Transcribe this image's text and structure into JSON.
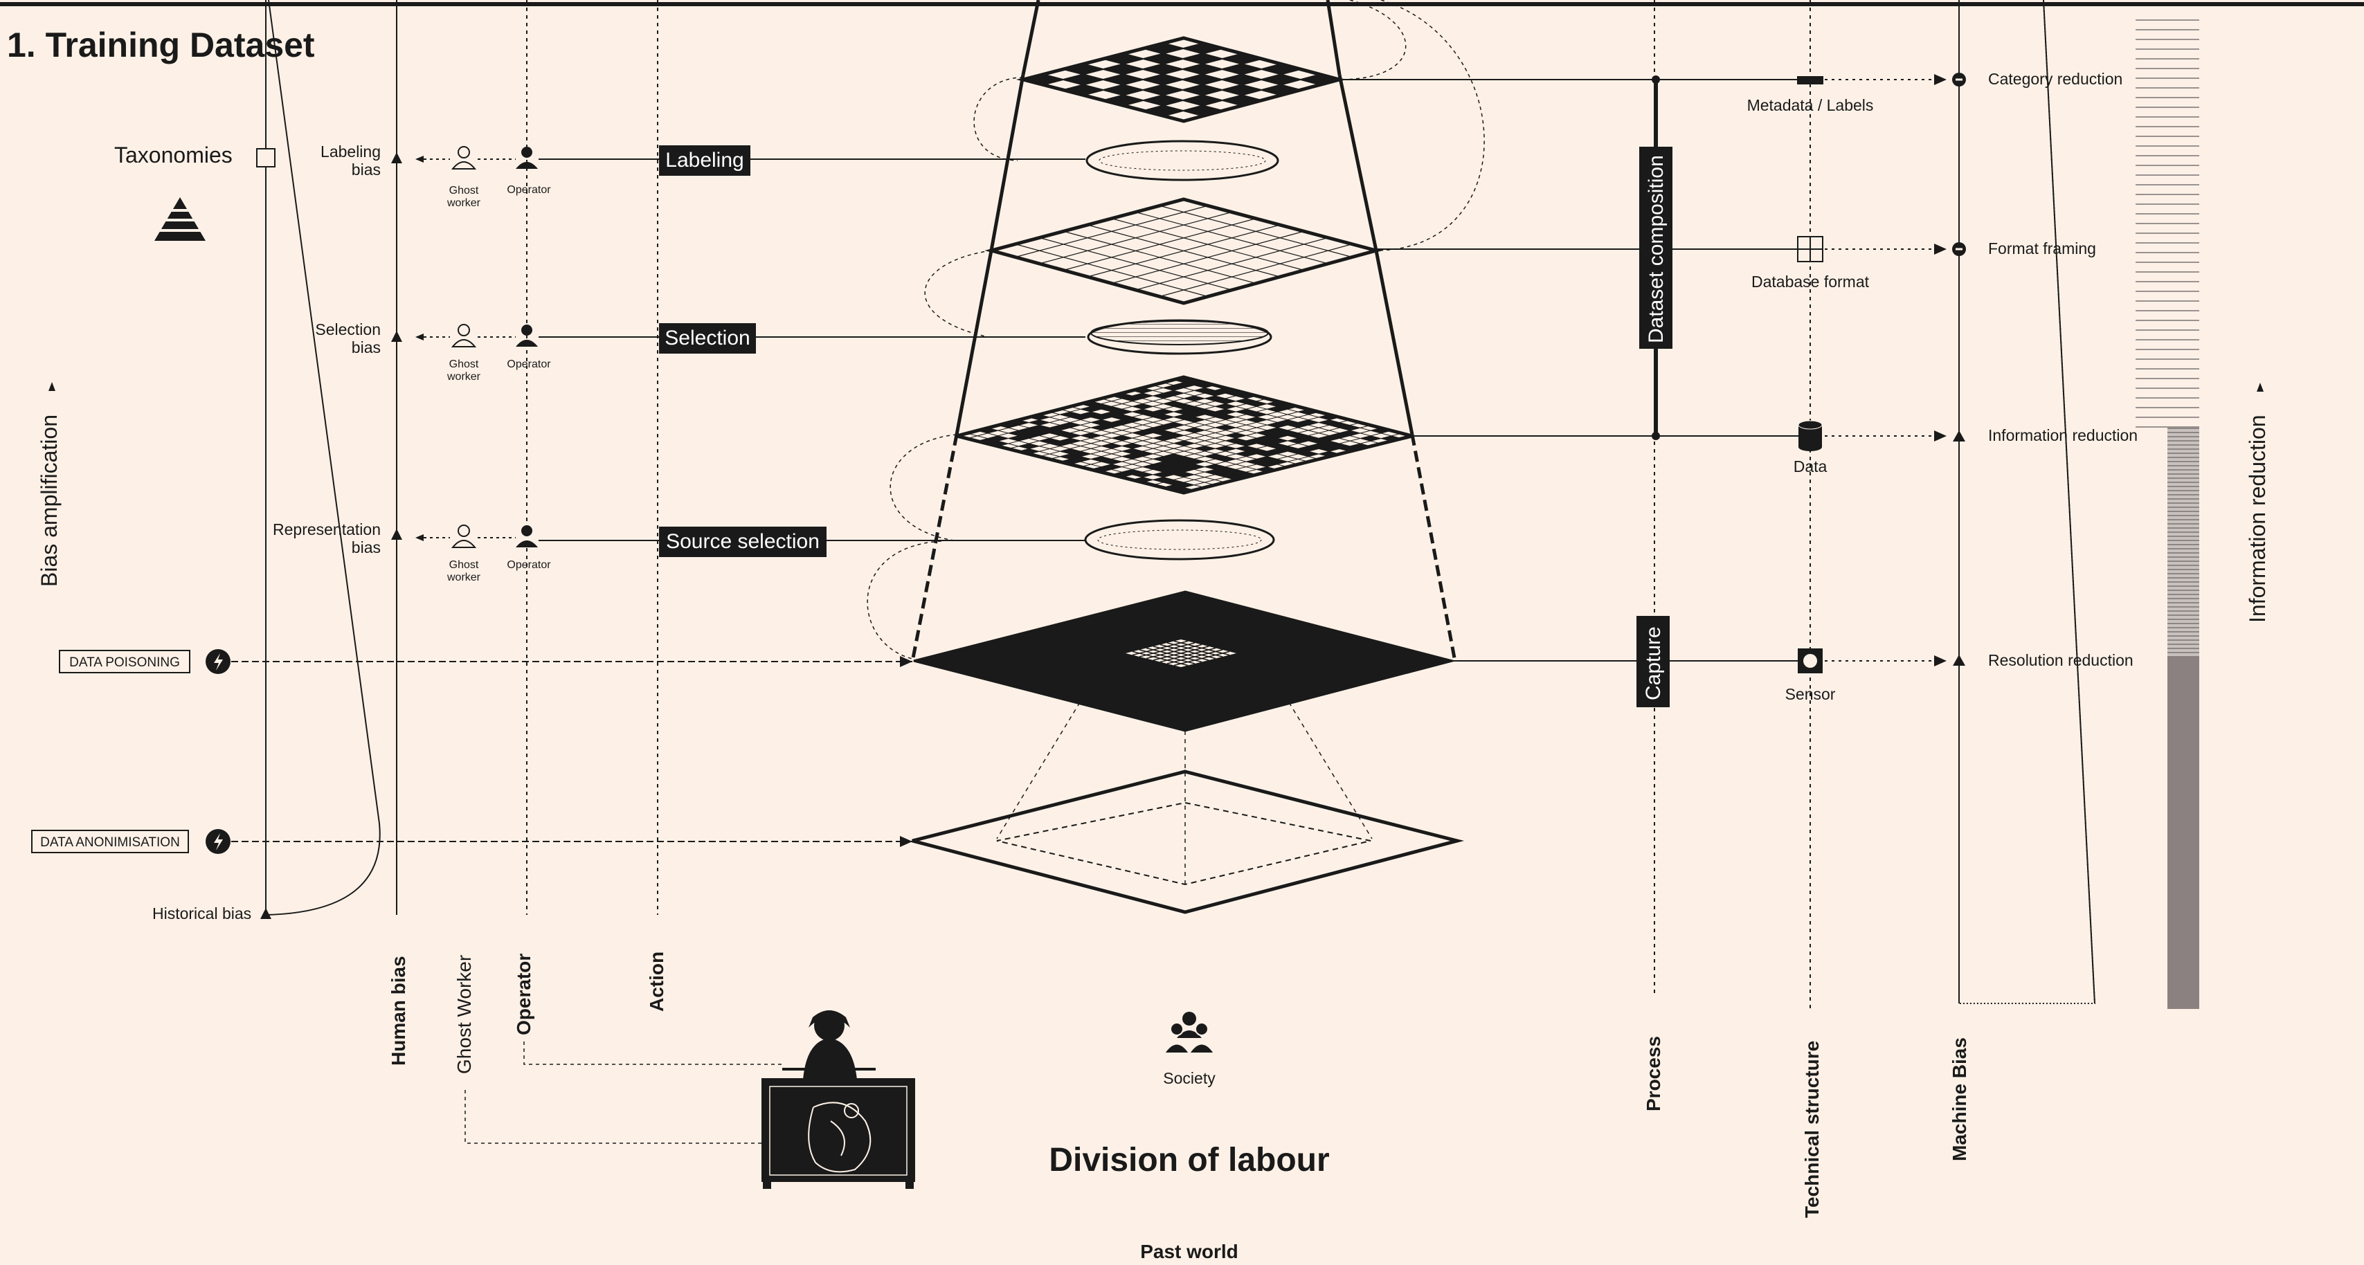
{
  "title": "1. Training Dataset",
  "left": {
    "taxonomies": "Taxonomies",
    "bias_amplification": "Bias amplification",
    "historical_bias": "Historical bias",
    "data_poisoning": "DATA POISONING",
    "data_anonimisation": "DATA ANONIMISATION",
    "labeling_bias": [
      "Labeling",
      "bias"
    ],
    "selection_bias": [
      "Selection",
      "bias"
    ],
    "representation_bias": [
      "Representation",
      "bias"
    ],
    "ghost_worker": [
      "Ghost",
      "worker"
    ],
    "operator": "Operator"
  },
  "actions": {
    "labeling": "Labeling",
    "selection": "Selection",
    "source_selection": "Source selection"
  },
  "process": {
    "dataset_composition": "Dataset composition",
    "capture": "Capture"
  },
  "technical": {
    "metadata_labels": "Metadata / Labels",
    "database_format": "Database format",
    "data": "Data",
    "sensor": "Sensor"
  },
  "machine_bias": {
    "category_reduction": "Category reduction",
    "format_framing": "Format framing",
    "information_reduction": "Information reduction",
    "resolution_reduction": "Resolution reduction"
  },
  "right_axis": "Information reduction",
  "columns": {
    "human_bias": "Human bias",
    "ghost_worker": "Ghost Worker",
    "operator": "Operator",
    "action": "Action",
    "process": "Process",
    "technical_structure": "Technical structure",
    "machine_bias": "Machine Bias"
  },
  "society": "Society",
  "division_of_labour": "Division of labour",
  "past_world": "Past world",
  "colors": {
    "background": "#fdf1e7",
    "ink": "#1a1a1a",
    "bar_mid": "#a59d99",
    "bar_dark": "#8a8180"
  },
  "icons": [
    "pyramid-icon",
    "ghost-worker-icon",
    "operator-icon",
    "lightning-bolt-icon",
    "society-icon",
    "database-icon",
    "sensor-icon",
    "grid-icon",
    "arrow-up-icon"
  ]
}
